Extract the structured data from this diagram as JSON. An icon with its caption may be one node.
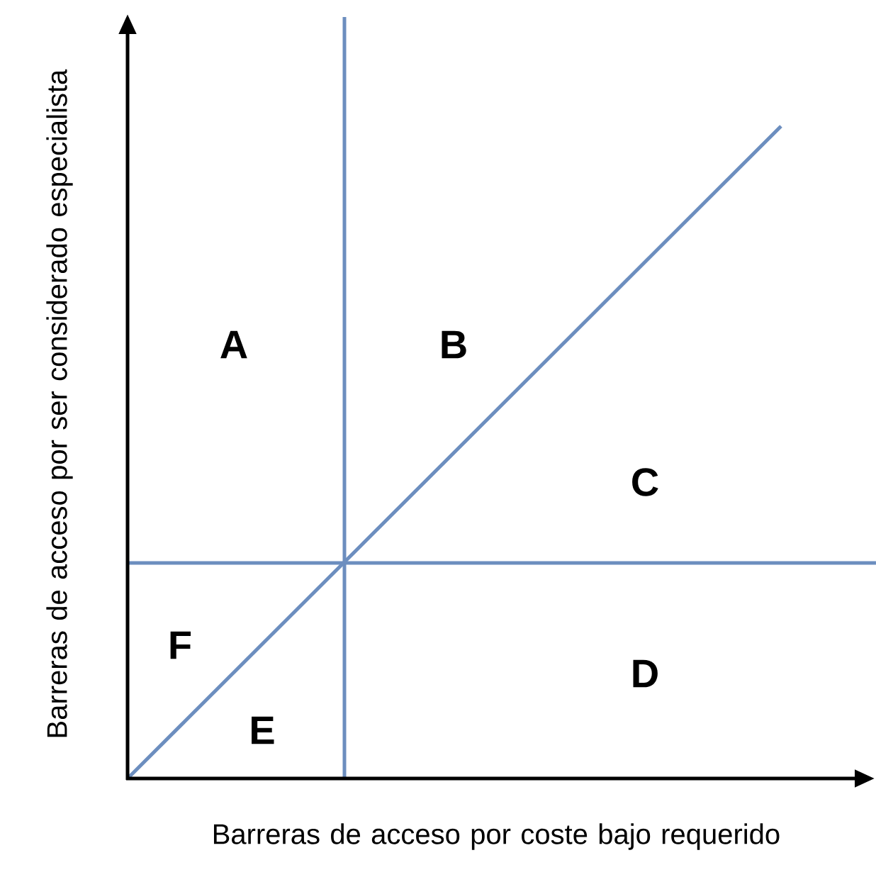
{
  "diagram": {
    "labels": [
      "A",
      "B",
      "C",
      "F",
      "D",
      "E",
      "Barreras de acceso por ser considerado especialista",
      "Barreras de acceso por coste bajo requerido"
    ]
  }
}
